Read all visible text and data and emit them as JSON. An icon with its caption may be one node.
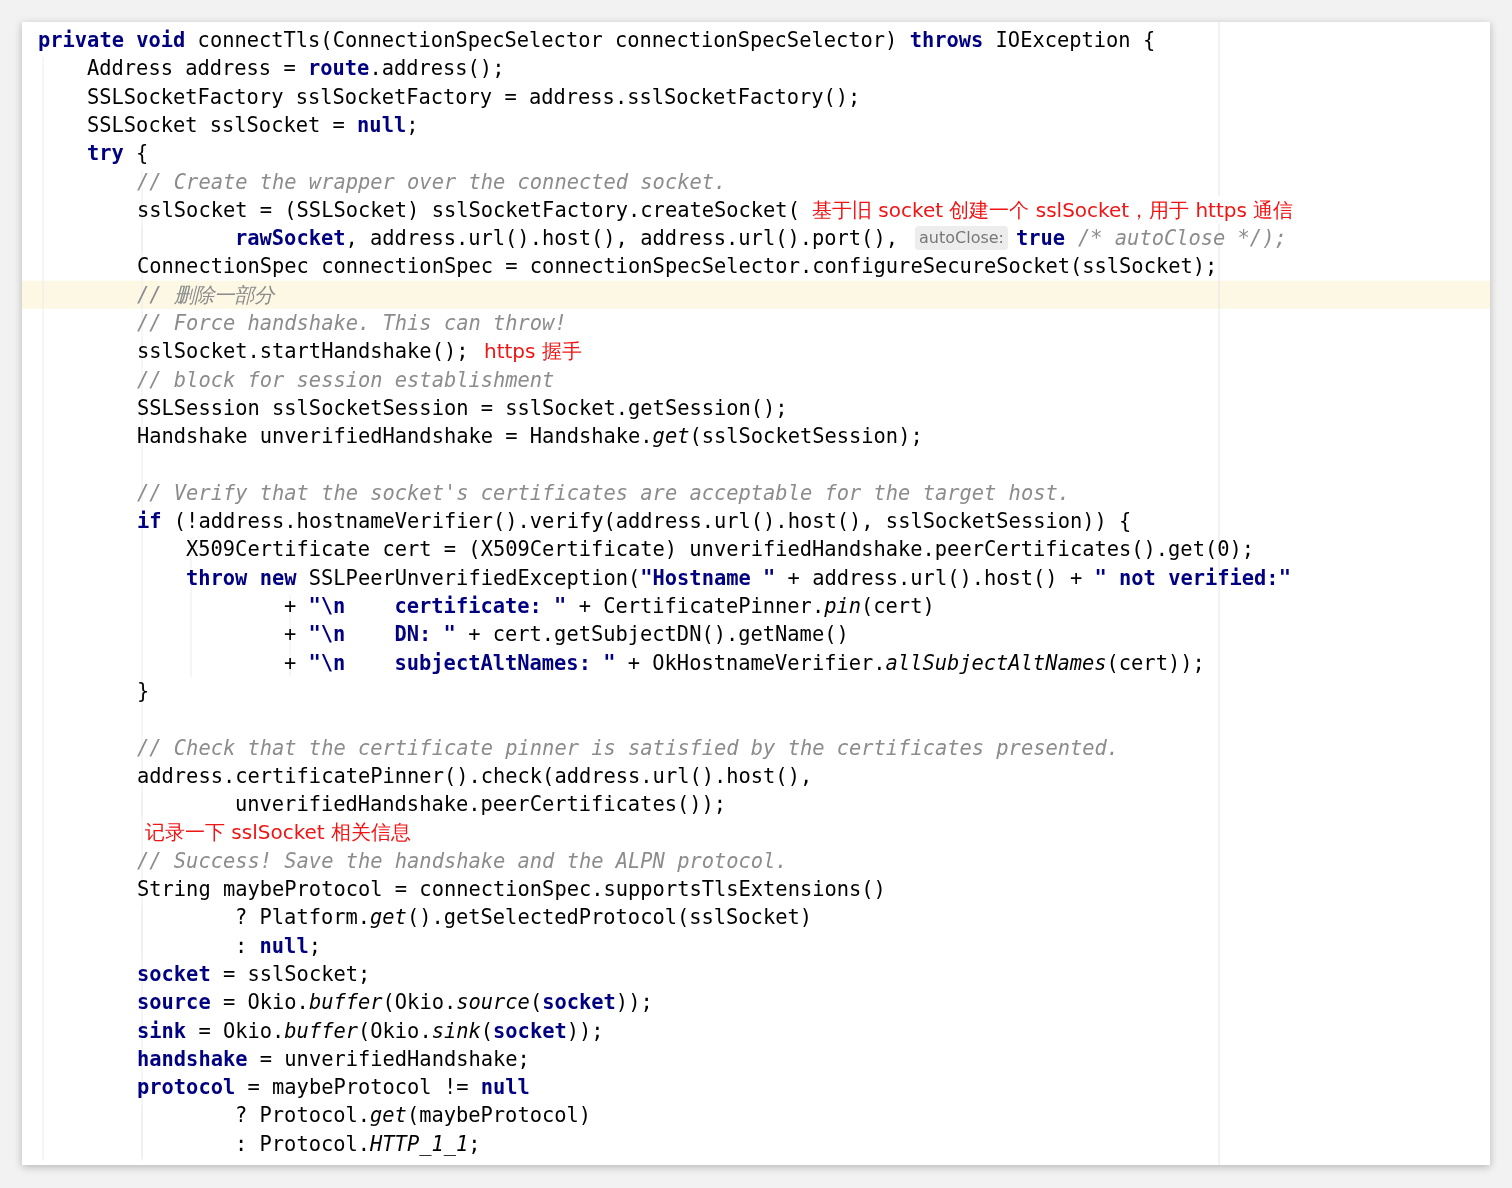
{
  "diagram": {
    "labels": [
      "**private** **void** connectTls(ConnectionSpecSelector connectionSpecSelector) **throws** IOException {",
      "Address address = **route**.address();",
      "SSLSocketFactory sslSocketFactory = address.sslSocketFactory();",
      "SSLSocket sslSocket = **null**;",
      "**try** {",
      "// Create the wrapper over the connected socket.",
      "sslSocket = (SSLSocket) sslSocketFactory.createSocket(",
      "基于旧 socket 创建一个 sslSocket，用于 https 通信",
      "**rawSocket**, address.url().host(), address.url().port(),",
      "autoClose:",
      "true",
      "/* autoClose */);",
      "ConnectionSpec connectionSpec = connectionSpecSelector.configureSecureSocket(sslSocket);",
      "// 删除一部分",
      "// Force handshake. This can throw!",
      "sslSocket.startHandshake();",
      "https 握手",
      "// block for session establishment",
      "SSLSession sslSocketSession = sslSocket.getSession();",
      "Handshake unverifiedHandshake = Handshake.*get*(sslSocketSession);",
      "// Verify that the socket's certificates are acceptable for the target host.",
      "**if** (!address.hostnameVerifier().verify(address.url().host(), sslSocketSession)) {",
      "X509Certificate cert = (X509Certificate) unverifiedHandshake.peerCertificates().get(0);",
      "**throw** **new** SSLPeerUnverifiedException(**\"Hostname \"** + address.url().host() + **\" not verified:\"**",
      "+ **\"\\n    certificate: \"** + CertificatePinner.*pin*(cert)",
      "+ **\"\\n    DN: \"** + cert.getSubjectDN().getName()",
      "+ **\"\\n    subjectAltNames: \"** + OkHostnameVerifier.*allSubjectAltNames*(cert));",
      "}",
      "// Check that the certificate pinner is satisfied by the certificates presented.",
      "address.certificatePinner().check(address.url().host(),",
      "unverifiedHandshake.peerCertificates());",
      "记录一下 sslSocket 相关信息",
      "// Success! Save the handshake and the ALPN protocol.",
      "String maybeProtocol = connectionSpec.supportsTlsExtensions()",
      "? Platform.*get*().getSelectedProtocol(sslSocket)",
      ": **null**;",
      "**socket** = sslSocket;",
      "**source** = Okio.*buffer*(Okio.*source*(**socket**));",
      "**sink** = Okio.*buffer*(Okio.*sink*(**socket**));",
      "**handshake** = unverifiedHandshake;",
      "**protocol** = maybeProtocol != **null**",
      "? Protocol.*get*(maybeProtocol)",
      ": Protocol.*HTTP_1_1*;"
    ]
  }
}
